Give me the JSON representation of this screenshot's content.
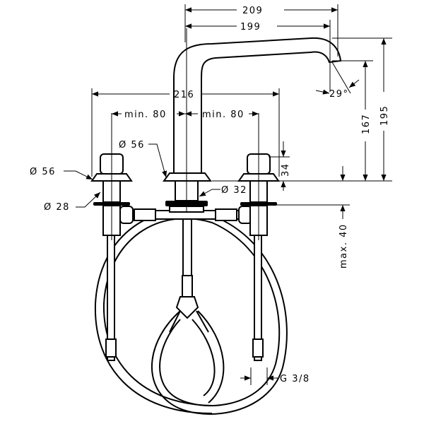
{
  "dimensions": {
    "total_reach": "209",
    "spout_reach": "199",
    "overall_width": "216",
    "min_spacing_left": "min. 80",
    "min_spacing_right": "min. 80",
    "handle_diameter": "Ø 56",
    "spout_base_diameter": "Ø 56",
    "handle_shank_diameter": "Ø 28",
    "spout_shank_diameter": "Ø 32",
    "handle_height": "34",
    "spout_angle": "29°",
    "outlet_height": "167",
    "total_height": "195",
    "max_deck_thickness": "max. 40",
    "thread_size": "G 3/8"
  }
}
